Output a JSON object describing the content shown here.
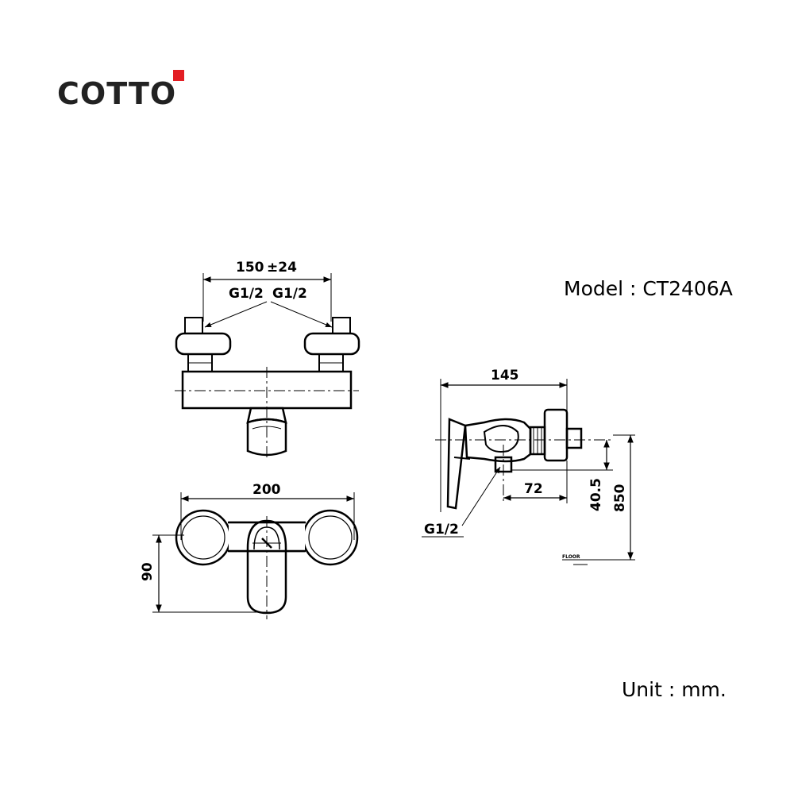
{
  "brand": {
    "name": "COTTO",
    "accent_color": "#e31e24",
    "text_color": "#222222"
  },
  "model": {
    "label": "Model : CT2406A"
  },
  "unit": {
    "label": "Unit : mm."
  },
  "dimensions": {
    "top_view": {
      "spacing": "150",
      "spacing_tolerance": "±24",
      "inlet_left": "G1/2",
      "inlet_right": "G1/2"
    },
    "front_view": {
      "width": "200",
      "height": "90"
    },
    "side_view": {
      "depth": "145",
      "outlet_offset": "72",
      "outlet_height": "40.5",
      "mount_height": "850",
      "outlet_thread": "G1/2",
      "floor_label": "FLOOR"
    }
  }
}
